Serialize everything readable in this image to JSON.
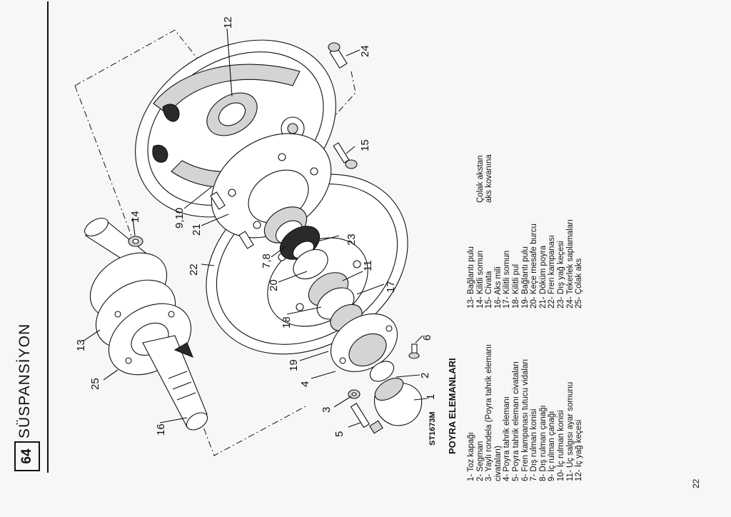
{
  "header": {
    "page_number": "64",
    "section_title": "SÜSPANSİYON"
  },
  "drawing_code": "ST1673M",
  "parts": {
    "title": "POYRA ELEMANLARI",
    "column_a": [
      "1- Toz kapağı",
      "2- Segman",
      "3- Yaylı rondela (Poyra tahrik elemanı",
      "civataları)",
      "4- Poyra tahrik elemanı",
      "5- Poyra tahrik elemanı civataları",
      "6- Fren kampanası tutucu vidaları",
      "7- Dış rulman konisi",
      "8- Dış rulman çanağı",
      "9- İç rulman çanağı",
      "10- İç rulman konisi",
      "11- Uç salgısı ayar somunu",
      "12- İç yağ keçesi"
    ],
    "column_b": [
      "13- Bağlantı pulu",
      "14- Kilitli somun",
      "15- Civata",
      "16- Aks mili",
      "17- Kilitli somun",
      "18- Kilitli pul",
      "19- Bağlantı pulu",
      "20- Keçe mesafe burcu",
      "21- Döküm poyra",
      "22- Fren kampanası",
      "23- Dış yağ keçesi",
      "24- Tekerlek saplamaları",
      "25- Çolak aks"
    ],
    "column_c": [
      "",
      "Çolak akstan",
      "aks kovanına",
      "",
      "",
      "",
      "",
      "",
      "",
      "",
      "",
      "",
      ""
    ]
  },
  "callouts": {
    "c1": "1",
    "c2": "2",
    "c3": "3",
    "c4": "4",
    "c5": "5",
    "c6": "6",
    "c7_8": "7,8",
    "c9_10": "9,10",
    "c11": "11",
    "c12": "12",
    "c13": "13",
    "c14": "14",
    "c15": "15",
    "c16": "16",
    "c17": "17",
    "c18": "18",
    "c19": "19",
    "c20": "20",
    "c21": "21",
    "c22": "22",
    "c23": "23",
    "c24": "24",
    "c25": "25"
  },
  "page_folio": "22"
}
